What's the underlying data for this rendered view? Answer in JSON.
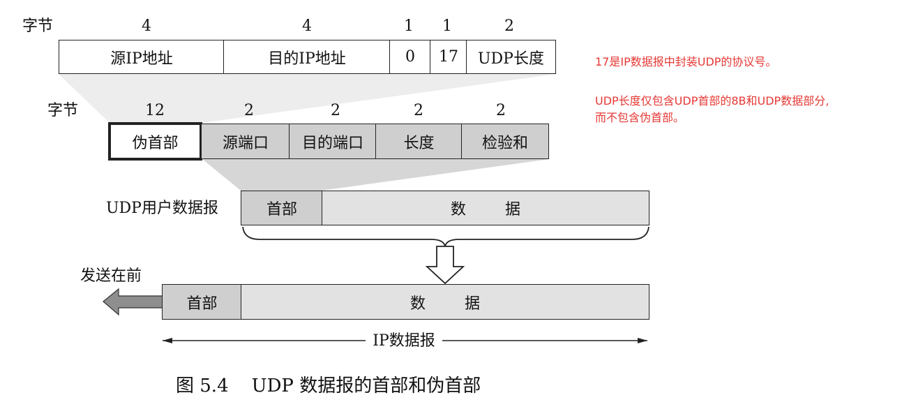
{
  "pseudo_header": {
    "byte_label": "字节",
    "sizes": [
      "4",
      "4",
      "1",
      "1",
      "2"
    ],
    "fields": [
      "源IP地址",
      "目的IP地址",
      "0",
      "17",
      "UDP长度"
    ]
  },
  "udp_header": {
    "byte_label": "字节",
    "sizes": [
      "12",
      "2",
      "2",
      "2",
      "2"
    ],
    "fields": [
      "伪首部",
      "源端口",
      "目的端口",
      "长度",
      "检验和"
    ]
  },
  "udp_datagram": {
    "label": "UDP用户数据报",
    "header": "首部",
    "data": "数        据"
  },
  "ip_datagram": {
    "send_first": "发送在前",
    "header": "首部",
    "data": "数        据",
    "label": "IP数据报"
  },
  "caption": "图 5.4    UDP 数据报的首部和伪首部",
  "notes": {
    "note1": "17是IP数据报中封装UDP的协议号。",
    "note2_line1": "UDP长度仅包含UDP首部的8B和UDP数据部分,",
    "note2_line2": "而不包含伪首部。"
  },
  "colors": {
    "annotation": "#e53935",
    "field_gray": "#cfcfcf"
  }
}
